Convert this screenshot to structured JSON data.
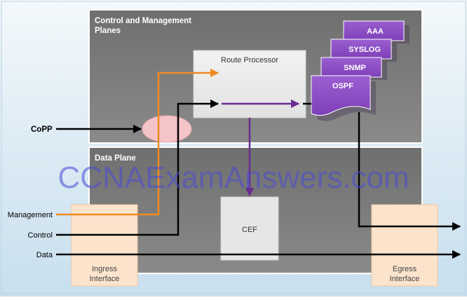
{
  "planes": {
    "control_title_line1": "Control and Management",
    "control_title_line2": "Planes",
    "data_title": "Data Plane"
  },
  "route_processor": {
    "label": "Route Processor"
  },
  "protocol_cards": [
    "AAA",
    "SYSLOG",
    "SNMP",
    "OSPF"
  ],
  "copp_label": "CoPP",
  "cef_label": "CEF",
  "inputs": {
    "management": "Management",
    "control": "Control",
    "data": "Data"
  },
  "ingress": {
    "line1": "Ingress",
    "line2": "Interface"
  },
  "egress": {
    "line1": "Egress",
    "line2": "Interface"
  },
  "watermark": "CCNAExamAnswers.com",
  "colors": {
    "management_path": "#f08a24",
    "control_path": "#000000",
    "internal_path": "#6a2c91",
    "policer": "#f4c4c8",
    "protocol_card": "#8a4bbf",
    "plane_fill": "#7a7a7a",
    "interface_fill": "#fbe3cc",
    "watermark": "#4a4ad8"
  }
}
